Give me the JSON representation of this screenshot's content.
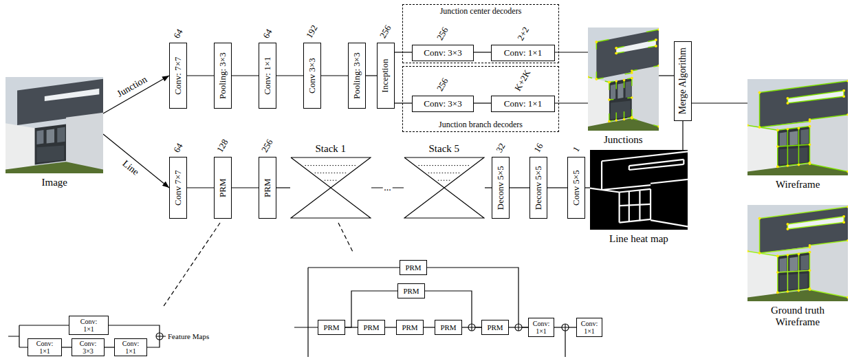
{
  "diagram": {
    "nodes": [
      {
        "text": [
          "Image"
        ]
      },
      {
        "text": [
          "64",
          "Conv: 7×7"
        ]
      },
      {
        "text": [
          "Pooling: 3×3"
        ]
      },
      {
        "text": [
          "64",
          "Conv: 1×1"
        ]
      },
      {
        "text": [
          "192",
          "Conv 3×3"
        ]
      },
      {
        "text": [
          "Pooling: 3×3"
        ]
      },
      {
        "text": [
          "256",
          "Inception"
        ]
      },
      {
        "text": [
          "Junction center decoders"
        ]
      },
      {
        "text": [
          "256",
          "Conv: 3×3"
        ],
        "in": 7
      },
      {
        "text": [
          "2+2",
          "Conv: 1×1"
        ],
        "in": 7
      },
      {
        "text": [
          "Junction branch decoders"
        ]
      },
      {
        "text": [
          "256",
          "Conv: 3×3"
        ],
        "in": 10
      },
      {
        "text": [
          "K+2K",
          "Conv: 1×1"
        ],
        "in": 10
      },
      {
        "text": [
          "Junctions"
        ]
      },
      {
        "text": [
          "Merge Algorithm"
        ]
      },
      {
        "text": [
          "Wireframe"
        ]
      },
      {
        "text": [
          "64",
          "Conv 7×7"
        ]
      },
      {
        "text": [
          "128",
          "PRM"
        ]
      },
      {
        "text": [
          "256",
          "PRM"
        ]
      },
      {
        "text": [
          "Stack 1"
        ]
      },
      {
        "text": [
          "Stack 5"
        ]
      },
      {
        "text": [
          "32",
          "Deconv 5×5"
        ]
      },
      {
        "text": [
          "16",
          "Deconv 5×5"
        ]
      },
      {
        "text": [
          "1",
          "Conv 5×5"
        ]
      },
      {
        "text": [
          "Line heat map"
        ]
      },
      {
        "text": [
          "Ground truth Wireframe"
        ]
      },
      {
        "text": [
          "Conv: 1×1"
        ]
      },
      {
        "text": [
          "Conv: 1×1"
        ]
      },
      {
        "text": [
          "Conv: 3×3"
        ]
      },
      {
        "text": [
          "Conv: 1×1"
        ]
      },
      {
        "text": [
          "PRM"
        ]
      },
      {
        "text": [
          "PRM"
        ]
      },
      {
        "text": [
          "PRM"
        ]
      },
      {
        "text": [
          "PRM"
        ]
      },
      {
        "text": [
          "PRM"
        ]
      },
      {
        "text": [
          "PRM"
        ]
      },
      {
        "text": [
          "PRM"
        ]
      },
      {
        "text": [
          "Conv: 1×1"
        ]
      },
      {
        "text": [
          "Conv: 1×1"
        ]
      }
    ],
    "edges": [
      {
        "from": 0,
        "to": 1,
        "arrow": "to",
        "label": "Junction"
      },
      {
        "from": 0,
        "to": 16,
        "arrow": "to",
        "label": "Line"
      },
      {
        "from": 1,
        "to": 2,
        "arrow": "none"
      },
      {
        "from": 2,
        "to": 3,
        "arrow": "none"
      },
      {
        "from": 3,
        "to": 4,
        "arrow": "none"
      },
      {
        "from": 4,
        "to": 5,
        "arrow": "none"
      },
      {
        "from": 5,
        "to": 6,
        "arrow": "none"
      },
      {
        "from": 6,
        "to": 8,
        "arrow": "none"
      },
      {
        "from": 6,
        "to": 11,
        "arrow": "none"
      },
      {
        "from": 8,
        "to": 9,
        "arrow": "none"
      },
      {
        "from": 11,
        "to": 12,
        "arrow": "none"
      },
      {
        "from": 9,
        "to": 13,
        "arrow": "none"
      },
      {
        "from": 12,
        "to": 13,
        "arrow": "none"
      },
      {
        "from": 13,
        "to": 14,
        "arrow": "none"
      },
      {
        "from": 24,
        "to": 14,
        "arrow": "none"
      },
      {
        "from": 14,
        "to": 15,
        "arrow": "none"
      },
      {
        "from": 16,
        "to": 17,
        "arrow": "none"
      },
      {
        "from": 17,
        "to": 18,
        "arrow": "none"
      },
      {
        "from": 18,
        "to": 19,
        "arrow": "none"
      },
      {
        "from": 19,
        "to": 20,
        "arrow": "none",
        "label": "..."
      },
      {
        "from": 20,
        "to": 21,
        "arrow": "none"
      },
      {
        "from": 21,
        "to": 22,
        "arrow": "none"
      },
      {
        "from": 22,
        "to": 23,
        "arrow": "none"
      },
      {
        "from": 23,
        "to": 24,
        "arrow": "none"
      },
      {
        "from": 27,
        "to": 28,
        "arrow": "none"
      },
      {
        "from": 28,
        "to": 29,
        "arrow": "none"
      },
      {
        "from": 32,
        "to": 33,
        "arrow": "none"
      },
      {
        "from": 33,
        "to": 34,
        "arrow": "none"
      },
      {
        "from": 34,
        "to": 35,
        "arrow": "none"
      },
      {
        "from": 35,
        "to": 36,
        "arrow": "none"
      },
      {
        "from": 32,
        "to": 31,
        "arrow": "none"
      },
      {
        "from": 31,
        "to": 36,
        "arrow": "none"
      },
      {
        "from": 36,
        "to": 37,
        "arrow": "none"
      },
      {
        "from": 30,
        "to": 37,
        "arrow": "none"
      },
      {
        "from": 37,
        "to": 38,
        "arrow": "none"
      }
    ],
    "labels": [
      "Feature Maps"
    ]
  }
}
